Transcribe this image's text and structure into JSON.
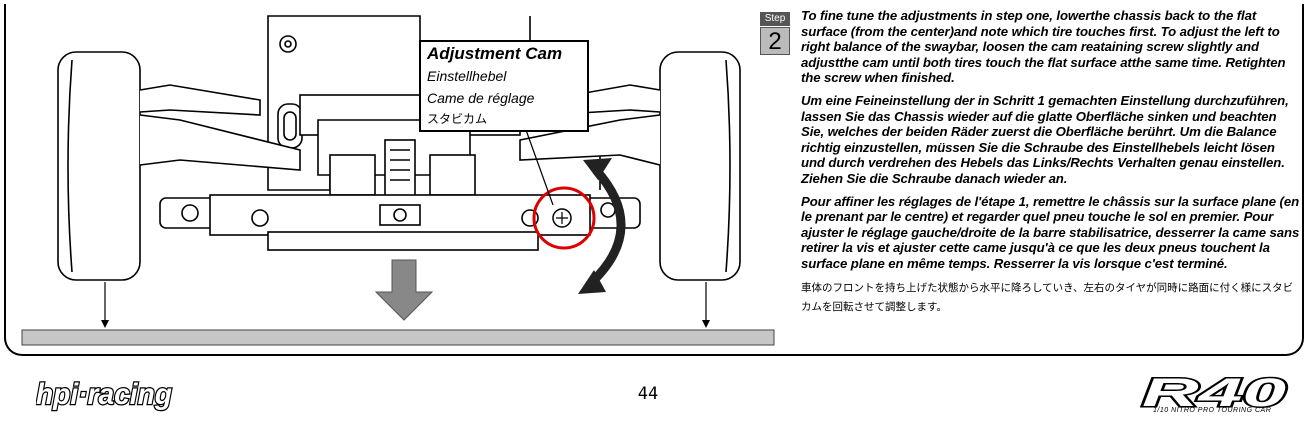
{
  "step": {
    "label": "Step",
    "number": "2"
  },
  "callout": {
    "english": "Adjustment Cam",
    "german": "Einstellhebel",
    "french": "Came de réglage",
    "japanese": "スタビカム"
  },
  "instructions": {
    "english": "To fine tune the adjustments in step one, lowerthe chassis back to the flat surface (from the center)and note which tire touches first. To adjust the left to right balance of the swaybar, loosen the cam reataining screw slightly and adjustthe cam until both tires touch the flat surface atthe same time.  Retighten the screw when finished.",
    "german": "Um eine Feineinstellung der in Schritt 1 gemachten Einstellung durchzuführen, lassen Sie das Chassis wieder auf die glatte Oberfläche sinken und beachten Sie, welches der beiden Räder zuerst die Oberfläche berührt. Um die Balance richtig einzustellen, müssen Sie die Schraube des Einstellhebels leicht lösen und durch verdrehen des Hebels das Links/Rechts Verhalten genau einstellen. Ziehen Sie die Schraube danach wieder an.",
    "french": "Pour affiner les réglages de l'étape 1, remettre le châssis sur la surface plane (en le prenant par le centre) et regarder quel pneu touche le sol en premier. Pour ajuster le réglage gauche/droite de la barre stabilisatrice, desserrer la came sans retirer la vis et ajuster cette came jusqu'à ce que les deux pneus touchent la surface plane en même temps. Resserrer la vis lorsque c'est terminé.",
    "japanese": "車体のフロントを持ち上げた状態から水平に降ろしていき、左右のタイヤが同時に路面に付く様にスタビカムを回転させて調整します。"
  },
  "footer": {
    "brand_left": "hpi·racing",
    "page_number": "44",
    "brand_right": "R40",
    "brand_right_sub": "1/10 NITRO PRO TOURING CAR"
  }
}
